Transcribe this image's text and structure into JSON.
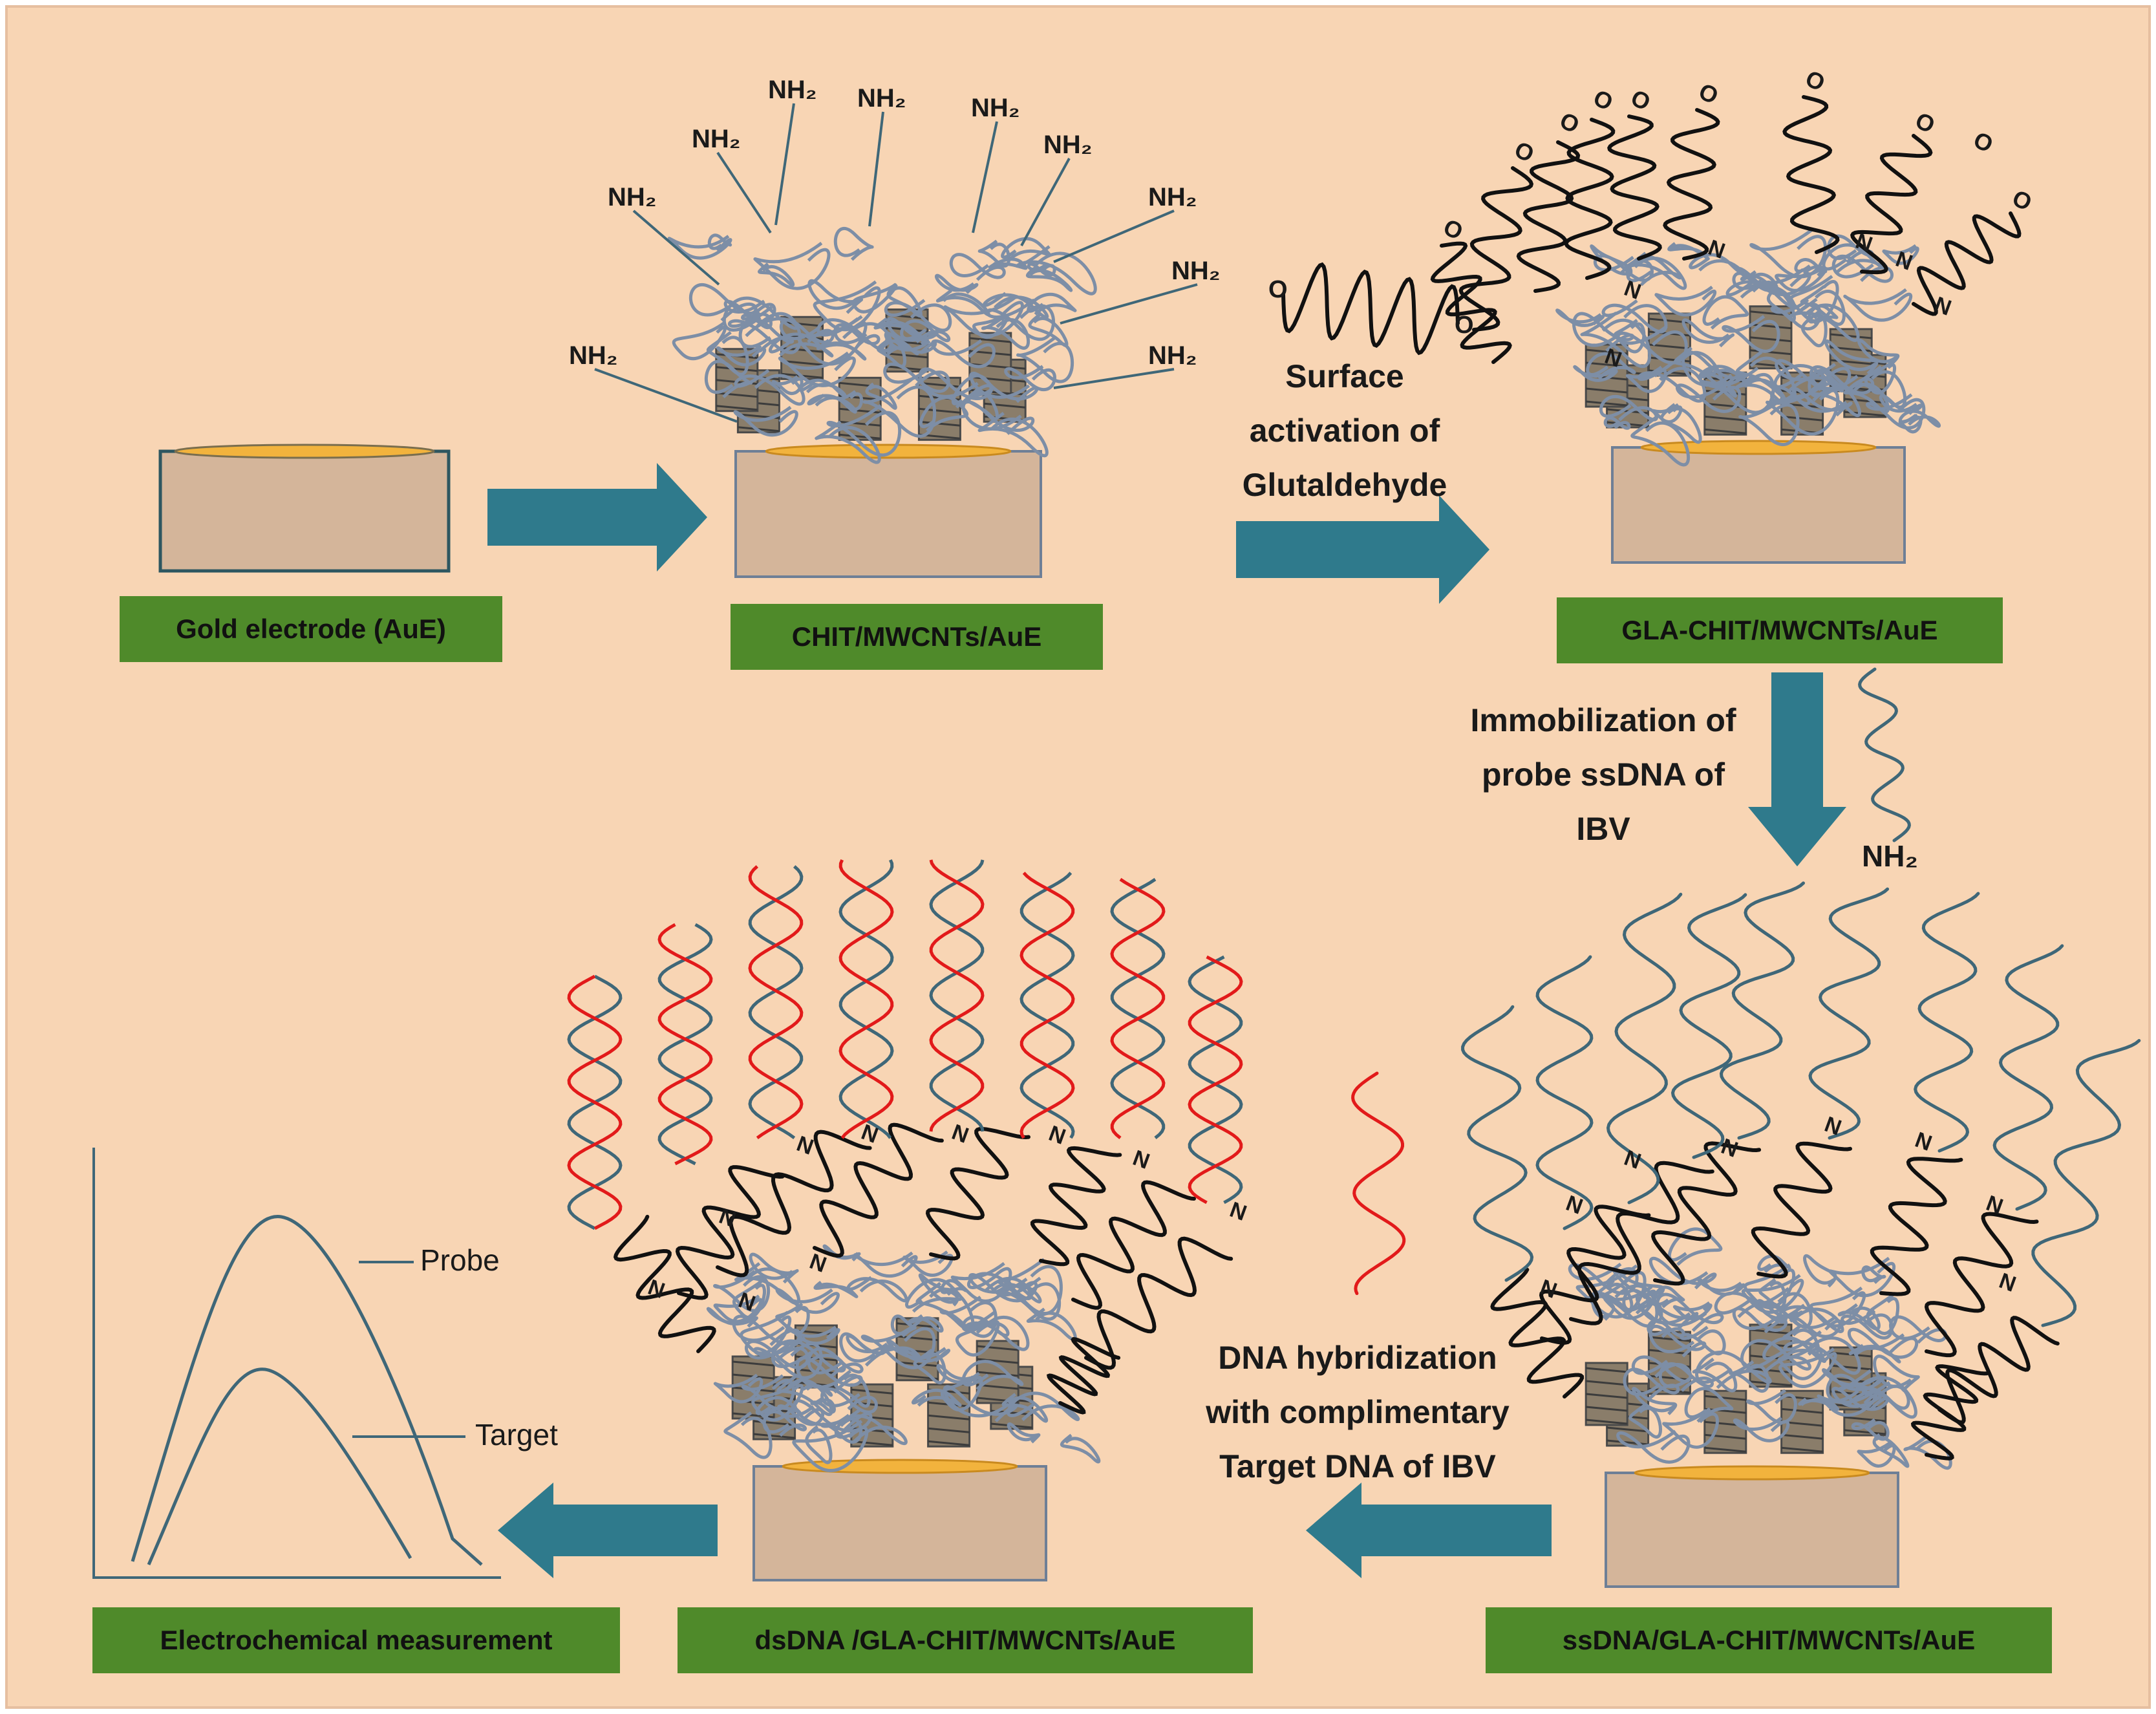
{
  "colors": {
    "background": "#f8d5b4",
    "label_bg": "#4f8a2a",
    "arrow": "#2f7a8c",
    "electrode": "#d4b59a",
    "gold": "#f2b33d",
    "chitosan": "#7d8ea6",
    "probe_dna": "#3f6778",
    "target_dna": "#e21a1a",
    "linker": "#111111"
  },
  "electrode_labels": {
    "gold": "Gold electrode (AuE)",
    "chit": "CHIT/MWCNTs/AuE",
    "gla": "GLA-CHIT/MWCNTs/AuE",
    "ssdna": "ssDNA/GLA-CHIT/MWCNTs/AuE",
    "dsdna": "dsDNA /GLA-CHIT/MWCNTs/AuE",
    "measure": "Electrochemical measurement"
  },
  "steps": {
    "activation": [
      "Surface",
      "activation of",
      "Glutaldehyde"
    ],
    "immobilization": [
      "Immobilization of",
      "probe ssDNA of",
      "IBV"
    ],
    "hybridization": [
      "DNA hybridization",
      "with complimentary",
      "Target DNA of IBV"
    ]
  },
  "chem": {
    "amine": "NH₂",
    "oxygen": "O",
    "nitrogen": "N"
  },
  "curves": {
    "probe": "Probe",
    "target": "Target"
  }
}
